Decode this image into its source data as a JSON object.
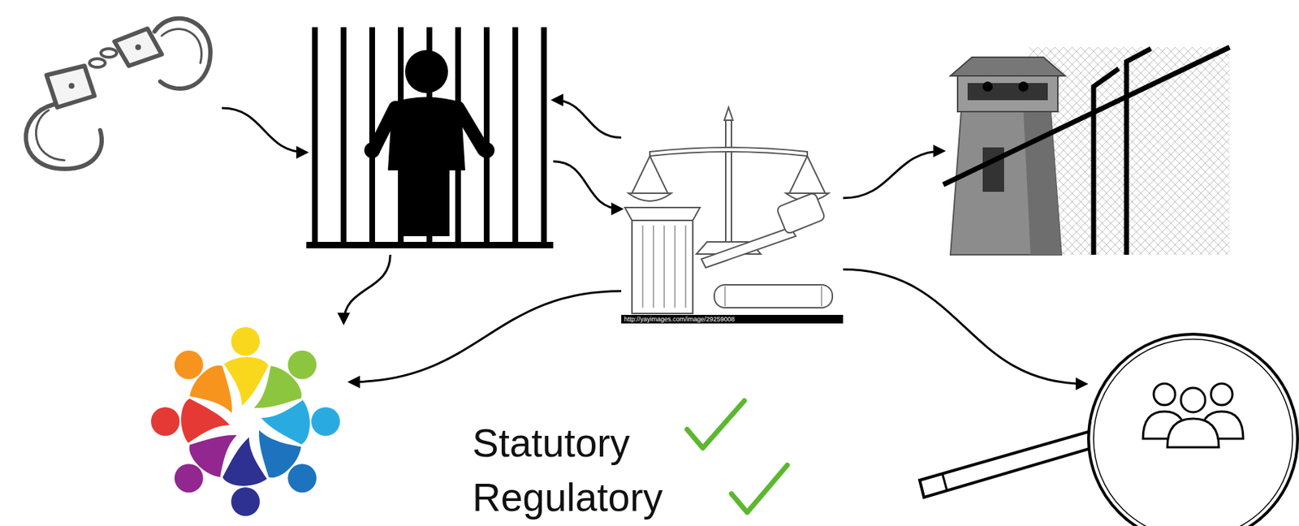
{
  "diagram": {
    "nodes": [
      {
        "text": []
      },
      {
        "text": []
      },
      {
        "text": [
          "http://yayimages.com/image/29259008"
        ]
      },
      {
        "text": []
      },
      {
        "text": []
      },
      {
        "text": []
      }
    ],
    "edges": [
      {
        "from": 0,
        "to": 1,
        "arrow": "to"
      },
      {
        "from": 1,
        "to": 2,
        "arrow": "to"
      },
      {
        "from": 2,
        "to": 1,
        "arrow": "to"
      },
      {
        "from": 2,
        "to": 3,
        "arrow": "to"
      },
      {
        "from": 1,
        "to": 4,
        "arrow": "to"
      },
      {
        "from": 2,
        "to": 4,
        "arrow": "to"
      },
      {
        "from": 2,
        "to": 5,
        "arrow": "to"
      }
    ],
    "labels": [
      "Statutory",
      "Regulatory"
    ]
  }
}
